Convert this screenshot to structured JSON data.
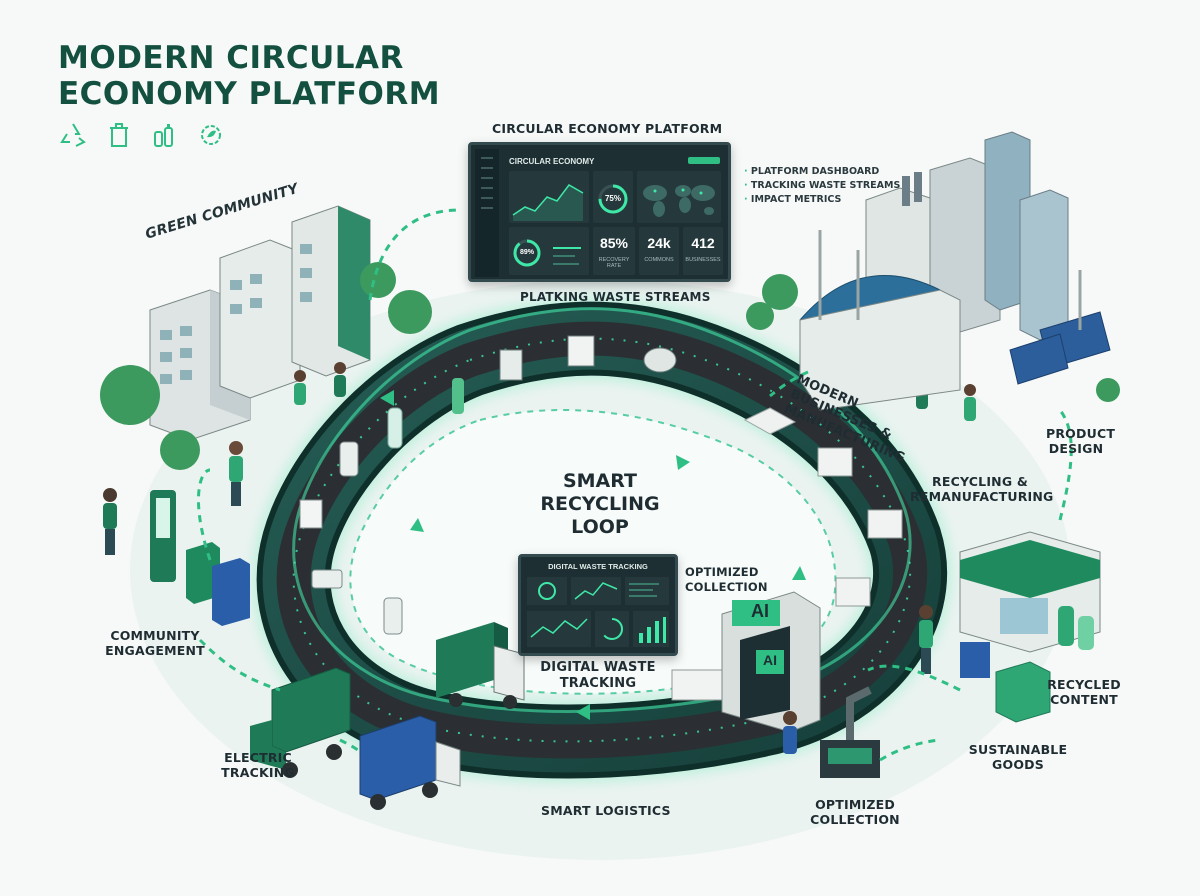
{
  "title": {
    "line1": "MODERN CIRCULAR",
    "line2": "ECONOMY PLATFORM"
  },
  "title_icons": [
    "recycle-icon",
    "recycle-bin-icon",
    "bottles-icon",
    "gear-leaf-icon"
  ],
  "colors": {
    "brand_green": "#14503f",
    "accent": "#2fbf85",
    "loop_track": "#1f4a44",
    "glow": "#3ee8a6",
    "screen": "#1e2f33"
  },
  "dashboard": {
    "caption": "CIRCULAR ECONOMY PLATFORM",
    "header": "CIRCULAR ECONOMY",
    "kpi_ring": "75%",
    "kpi_ring2": "89%",
    "stats": [
      {
        "value": "85%",
        "label": "RECOVERY RATE"
      },
      {
        "value": "24k",
        "label": "COMMONS"
      },
      {
        "value": "412",
        "label": "BUSINESSES"
      }
    ],
    "side_notes": [
      "PLATFORM DASHBOARD",
      "TRACKING WASTE STREAMS",
      "IMPACT METRICS"
    ],
    "bottom_caption": "PLATKING WASTE STREAMS"
  },
  "small_dashboard": {
    "header": "DIGITAL WASTE TRACKING"
  },
  "labels": {
    "green_community": "GREEN COMMUNITY",
    "community_engagement": "COMMUNITY ENGAGEMENT",
    "electric_tracking": "ELECTRIC TRACKING",
    "smart_logistics": "SMART LOGISTICS",
    "optimized_collection_bottom": "OPTIMIZED COLLECTION",
    "optimized_collection_center": "OPTIMIZED COLLECTION",
    "digital_waste_tracking": "DIGITAL WASTE TRACKING",
    "modern_businesses": "MODERN BUSINESSES & MANUFACTURING",
    "product_design": "PRODUCT DESIGN",
    "recycling_remanufacturing": "RECYCLING & REMANUFACTURING",
    "recycled_content": "RECYCLED CONTENT",
    "sustainable_goods": "SUSTAINABLE GOODS",
    "center_loop": {
      "line1": "SMART",
      "line2": "RECYCLING",
      "line3": "LOOP"
    }
  },
  "ai_gate": {
    "label1": "AI",
    "label2": "AI"
  }
}
